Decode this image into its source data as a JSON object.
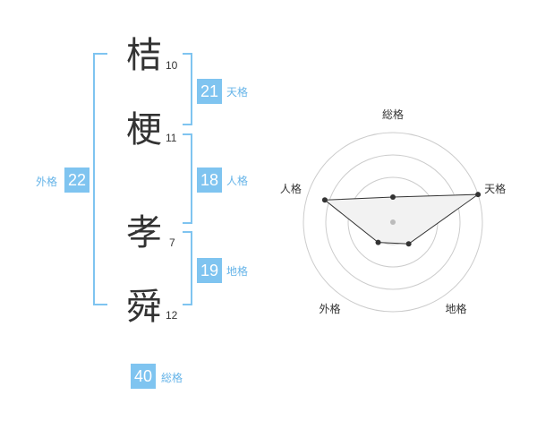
{
  "name": {
    "chars": [
      {
        "char": "桔",
        "strokes": "10"
      },
      {
        "char": "梗",
        "strokes": "11"
      },
      {
        "char": "孝",
        "strokes": "7"
      },
      {
        "char": "舜",
        "strokes": "12"
      }
    ]
  },
  "fortune": {
    "tenkaku": {
      "value": "21",
      "label": "天格"
    },
    "jinkaku": {
      "value": "18",
      "label": "人格"
    },
    "chikaku": {
      "value": "19",
      "label": "地格"
    },
    "gaikaku": {
      "value": "22",
      "label": "外格"
    },
    "soukaku": {
      "value": "40",
      "label": "総格"
    }
  },
  "chart_data": {
    "type": "radar",
    "axes": [
      "総格",
      "天格",
      "地格",
      "外格",
      "人格"
    ],
    "values": [
      0.28,
      1.0,
      0.3,
      0.28,
      0.8
    ],
    "rings": 4,
    "colors": {
      "fill": "#f2f2f2",
      "line": "#333333",
      "ring": "#cccccc",
      "center": "#bbbbbb"
    }
  }
}
